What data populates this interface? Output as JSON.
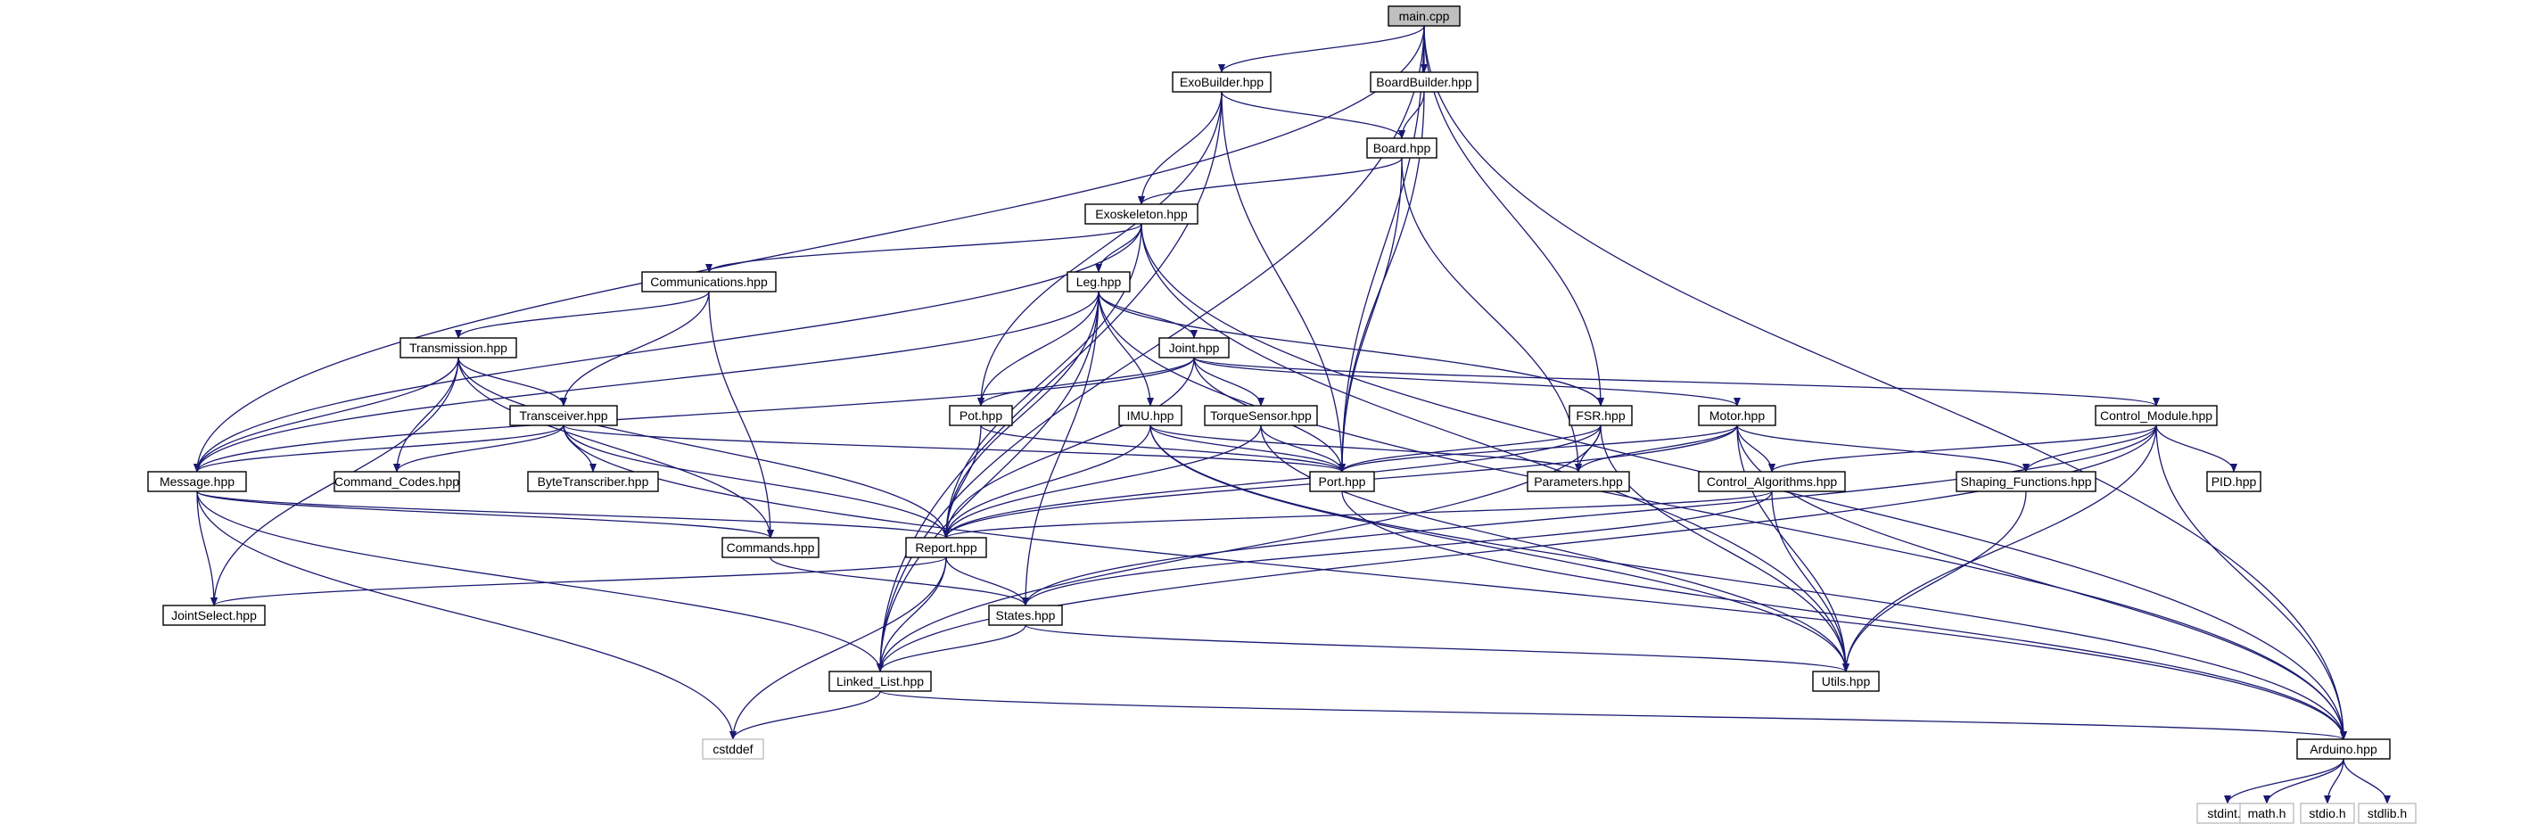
{
  "colors": {
    "edge": "#191970",
    "node_border": "#000000",
    "node_fill": "#ffffff",
    "root_fill": "#bfbfbf",
    "ghost_border": "#bfbfbf"
  },
  "nodes": [
    {
      "id": "main",
      "label": "main.cpp",
      "kind": "root"
    },
    {
      "id": "exobuilder",
      "label": "ExoBuilder.hpp",
      "kind": "normal"
    },
    {
      "id": "boardbuilder",
      "label": "BoardBuilder.hpp",
      "kind": "normal"
    },
    {
      "id": "board",
      "label": "Board.hpp",
      "kind": "normal"
    },
    {
      "id": "exoskeleton",
      "label": "Exoskeleton.hpp",
      "kind": "normal"
    },
    {
      "id": "communications",
      "label": "Communications.hpp",
      "kind": "normal"
    },
    {
      "id": "leg",
      "label": "Leg.hpp",
      "kind": "normal"
    },
    {
      "id": "transmission",
      "label": "Transmission.hpp",
      "kind": "normal"
    },
    {
      "id": "joint",
      "label": "Joint.hpp",
      "kind": "normal"
    },
    {
      "id": "transceiver",
      "label": "Transceiver.hpp",
      "kind": "normal"
    },
    {
      "id": "pot",
      "label": "Pot.hpp",
      "kind": "normal"
    },
    {
      "id": "imu",
      "label": "IMU.hpp",
      "kind": "normal"
    },
    {
      "id": "torquesensor",
      "label": "TorqueSensor.hpp",
      "kind": "normal"
    },
    {
      "id": "fsr",
      "label": "FSR.hpp",
      "kind": "normal"
    },
    {
      "id": "motor",
      "label": "Motor.hpp",
      "kind": "normal"
    },
    {
      "id": "controlmodule",
      "label": "Control_Module.hpp",
      "kind": "normal"
    },
    {
      "id": "message",
      "label": "Message.hpp",
      "kind": "normal"
    },
    {
      "id": "commandcodes",
      "label": "Command_Codes.hpp",
      "kind": "normal"
    },
    {
      "id": "bytetranscriber",
      "label": "ByteTranscriber.hpp",
      "kind": "normal"
    },
    {
      "id": "port",
      "label": "Port.hpp",
      "kind": "normal"
    },
    {
      "id": "parameters",
      "label": "Parameters.hpp",
      "kind": "normal"
    },
    {
      "id": "controlalgorithms",
      "label": "Control_Algorithms.hpp",
      "kind": "normal"
    },
    {
      "id": "shapingfunctions",
      "label": "Shaping_Functions.hpp",
      "kind": "normal"
    },
    {
      "id": "pid",
      "label": "PID.hpp",
      "kind": "normal"
    },
    {
      "id": "commands",
      "label": "Commands.hpp",
      "kind": "normal"
    },
    {
      "id": "report",
      "label": "Report.hpp",
      "kind": "normal"
    },
    {
      "id": "jointselect",
      "label": "JointSelect.hpp",
      "kind": "normal"
    },
    {
      "id": "states",
      "label": "States.hpp",
      "kind": "normal"
    },
    {
      "id": "linkedlist",
      "label": "Linked_List.hpp",
      "kind": "normal"
    },
    {
      "id": "utils",
      "label": "Utils.hpp",
      "kind": "normal"
    },
    {
      "id": "cstddef",
      "label": "cstddef",
      "kind": "ghost"
    },
    {
      "id": "arduino",
      "label": "Arduino.hpp",
      "kind": "normal"
    },
    {
      "id": "stdint",
      "label": "stdint.h",
      "kind": "ghost"
    },
    {
      "id": "math",
      "label": "math.h",
      "kind": "ghost"
    },
    {
      "id": "stdio",
      "label": "stdio.h",
      "kind": "ghost"
    },
    {
      "id": "stdlib",
      "label": "stdlib.h",
      "kind": "ghost"
    }
  ],
  "edges": [
    [
      "main",
      "exobuilder"
    ],
    [
      "main",
      "boardbuilder"
    ],
    [
      "main",
      "message"
    ],
    [
      "main",
      "linkedlist"
    ],
    [
      "main",
      "fsr"
    ],
    [
      "main",
      "port"
    ],
    [
      "main",
      "arduino"
    ],
    [
      "exobuilder",
      "board"
    ],
    [
      "exobuilder",
      "exoskeleton"
    ],
    [
      "exobuilder",
      "pot"
    ],
    [
      "exobuilder",
      "linkedlist"
    ],
    [
      "exobuilder",
      "port"
    ],
    [
      "boardbuilder",
      "board"
    ],
    [
      "boardbuilder",
      "port"
    ],
    [
      "board",
      "exoskeleton"
    ],
    [
      "board",
      "port"
    ],
    [
      "board",
      "parameters"
    ],
    [
      "exoskeleton",
      "communications"
    ],
    [
      "exoskeleton",
      "leg"
    ],
    [
      "exoskeleton",
      "message"
    ],
    [
      "exoskeleton",
      "report"
    ],
    [
      "exoskeleton",
      "utils"
    ],
    [
      "exoskeleton",
      "arduino"
    ],
    [
      "communications",
      "transmission"
    ],
    [
      "communications",
      "transceiver"
    ],
    [
      "communications",
      "commands"
    ],
    [
      "leg",
      "joint"
    ],
    [
      "leg",
      "pot"
    ],
    [
      "leg",
      "imu"
    ],
    [
      "leg",
      "fsr"
    ],
    [
      "leg",
      "report"
    ],
    [
      "leg",
      "states"
    ],
    [
      "leg",
      "linkedlist"
    ],
    [
      "leg",
      "message"
    ],
    [
      "leg",
      "arduino"
    ],
    [
      "transmission",
      "transceiver"
    ],
    [
      "transmission",
      "message"
    ],
    [
      "transmission",
      "commandcodes"
    ],
    [
      "transmission",
      "commands"
    ],
    [
      "transmission",
      "jointselect"
    ],
    [
      "transmission",
      "report"
    ],
    [
      "joint",
      "pot"
    ],
    [
      "joint",
      "torquesensor"
    ],
    [
      "joint",
      "motor"
    ],
    [
      "joint",
      "controlmodule"
    ],
    [
      "joint",
      "port"
    ],
    [
      "joint",
      "report"
    ],
    [
      "joint",
      "message"
    ],
    [
      "transceiver",
      "message"
    ],
    [
      "transceiver",
      "commandcodes"
    ],
    [
      "transceiver",
      "bytetranscriber"
    ],
    [
      "transceiver",
      "port"
    ],
    [
      "transceiver",
      "report"
    ],
    [
      "transceiver",
      "arduino"
    ],
    [
      "pot",
      "port"
    ],
    [
      "pot",
      "report"
    ],
    [
      "imu",
      "port"
    ],
    [
      "imu",
      "report"
    ],
    [
      "imu",
      "utils"
    ],
    [
      "imu",
      "arduino"
    ],
    [
      "imu",
      "parameters"
    ],
    [
      "torquesensor",
      "port"
    ],
    [
      "torquesensor",
      "report"
    ],
    [
      "torquesensor",
      "utils"
    ],
    [
      "fsr",
      "port"
    ],
    [
      "fsr",
      "parameters"
    ],
    [
      "fsr",
      "report"
    ],
    [
      "fsr",
      "utils"
    ],
    [
      "fsr",
      "linkedlist"
    ],
    [
      "motor",
      "port"
    ],
    [
      "motor",
      "parameters"
    ],
    [
      "motor",
      "controlalgorithms"
    ],
    [
      "motor",
      "shapingfunctions"
    ],
    [
      "motor",
      "utils"
    ],
    [
      "motor",
      "arduino"
    ],
    [
      "motor",
      "report"
    ],
    [
      "controlmodule",
      "controlalgorithms"
    ],
    [
      "controlmodule",
      "shapingfunctions"
    ],
    [
      "controlmodule",
      "pid"
    ],
    [
      "controlmodule",
      "utils"
    ],
    [
      "controlmodule",
      "arduino"
    ],
    [
      "controlmodule",
      "states"
    ],
    [
      "controlmodule",
      "linkedlist"
    ],
    [
      "message",
      "jointselect"
    ],
    [
      "message",
      "report"
    ],
    [
      "message",
      "commands"
    ],
    [
      "message",
      "linkedlist"
    ],
    [
      "message",
      "cstddef"
    ],
    [
      "controlalgorithms",
      "report"
    ],
    [
      "controlalgorithms",
      "utils"
    ],
    [
      "controlalgorithms",
      "states"
    ],
    [
      "shapingfunctions",
      "utils"
    ],
    [
      "commands",
      "states"
    ],
    [
      "report",
      "jointselect"
    ],
    [
      "report",
      "states"
    ],
    [
      "report",
      "linkedlist"
    ],
    [
      "report",
      "cstddef"
    ],
    [
      "states",
      "linkedlist"
    ],
    [
      "states",
      "utils"
    ],
    [
      "linkedlist",
      "cstddef"
    ],
    [
      "linkedlist",
      "arduino"
    ],
    [
      "port",
      "arduino"
    ],
    [
      "arduino",
      "stdint"
    ],
    [
      "arduino",
      "math"
    ],
    [
      "arduino",
      "stdio"
    ],
    [
      "arduino",
      "stdlib"
    ]
  ]
}
